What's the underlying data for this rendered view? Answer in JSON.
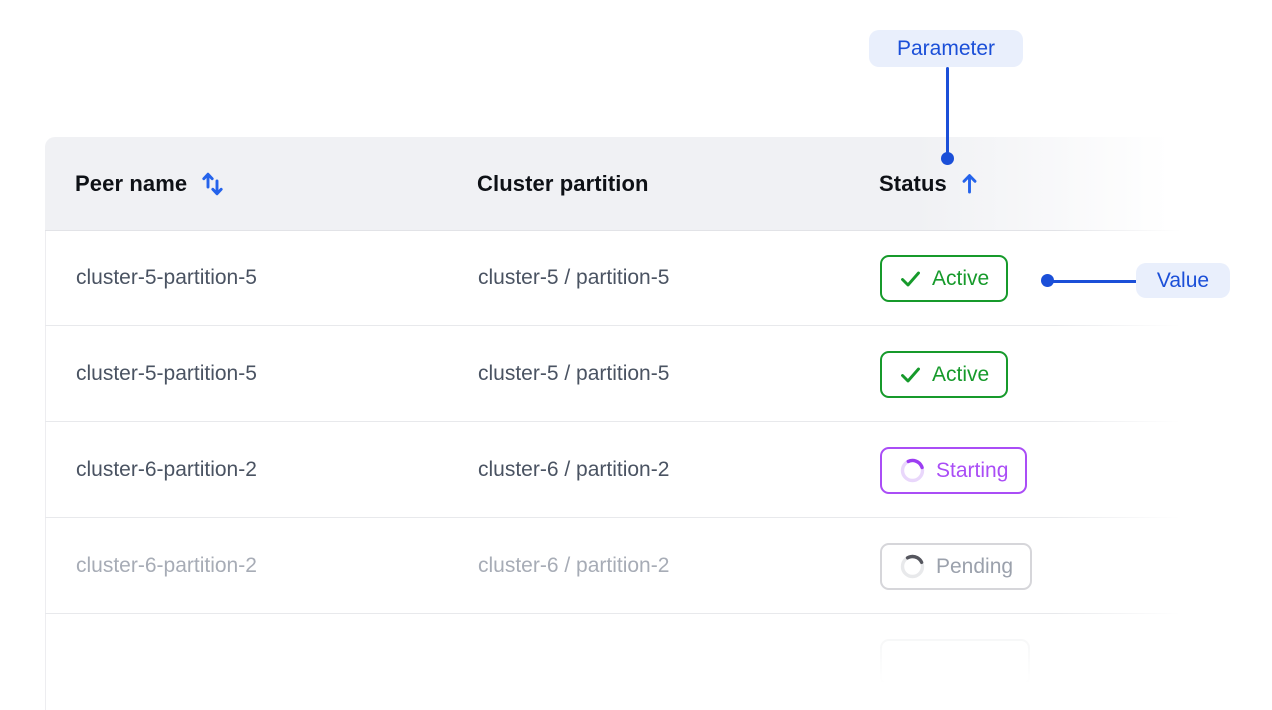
{
  "annotations": {
    "parameter_label": "Parameter",
    "value_label": "Value"
  },
  "table": {
    "columns": [
      {
        "label": "Peer name",
        "sort_icon": "sort-both"
      },
      {
        "label": "Cluster partition",
        "sort_icon": null
      },
      {
        "label": "Status",
        "sort_icon": "sort-ascending"
      }
    ],
    "rows": [
      {
        "peer_name": "cluster-5-partition-5",
        "partition": "cluster-5 / partition-5",
        "status": {
          "label": "Active",
          "variant": "active",
          "icon": "check-icon"
        },
        "dimmed": false,
        "faded": false
      },
      {
        "peer_name": "cluster-5-partition-5",
        "partition": "cluster-5 / partition-5",
        "status": {
          "label": "Active",
          "variant": "active",
          "icon": "check-icon"
        },
        "dimmed": false,
        "faded": false
      },
      {
        "peer_name": "cluster-6-partition-2",
        "partition": "cluster-6 / partition-2",
        "status": {
          "label": "Starting",
          "variant": "starting",
          "icon": "spinner-icon"
        },
        "dimmed": false,
        "faded": false
      },
      {
        "peer_name": "cluster-6-partition-2",
        "partition": "cluster-6 / partition-2",
        "status": {
          "label": "Pending",
          "variant": "pending",
          "icon": "spinner-icon"
        },
        "dimmed": true,
        "faded": false
      },
      {
        "peer_name": "",
        "partition": "",
        "status": {
          "label": "",
          "variant": "active",
          "icon": "check-icon"
        },
        "dimmed": false,
        "faded": true
      }
    ]
  },
  "colors": {
    "accent_blue": "#1b4fd8",
    "arrow_blue": "#2563eb",
    "callout_pill_bg": "#e9effc",
    "status_active_green": "#169a2b",
    "status_starting_purple": "#aa4df6",
    "status_pending_text": "#9ba1ac",
    "status_pending_border": "#d6d6da",
    "header_bg": "#f0f1f4",
    "row_text": "#4a5362",
    "dimmed_row_text": "#a7acb6"
  }
}
